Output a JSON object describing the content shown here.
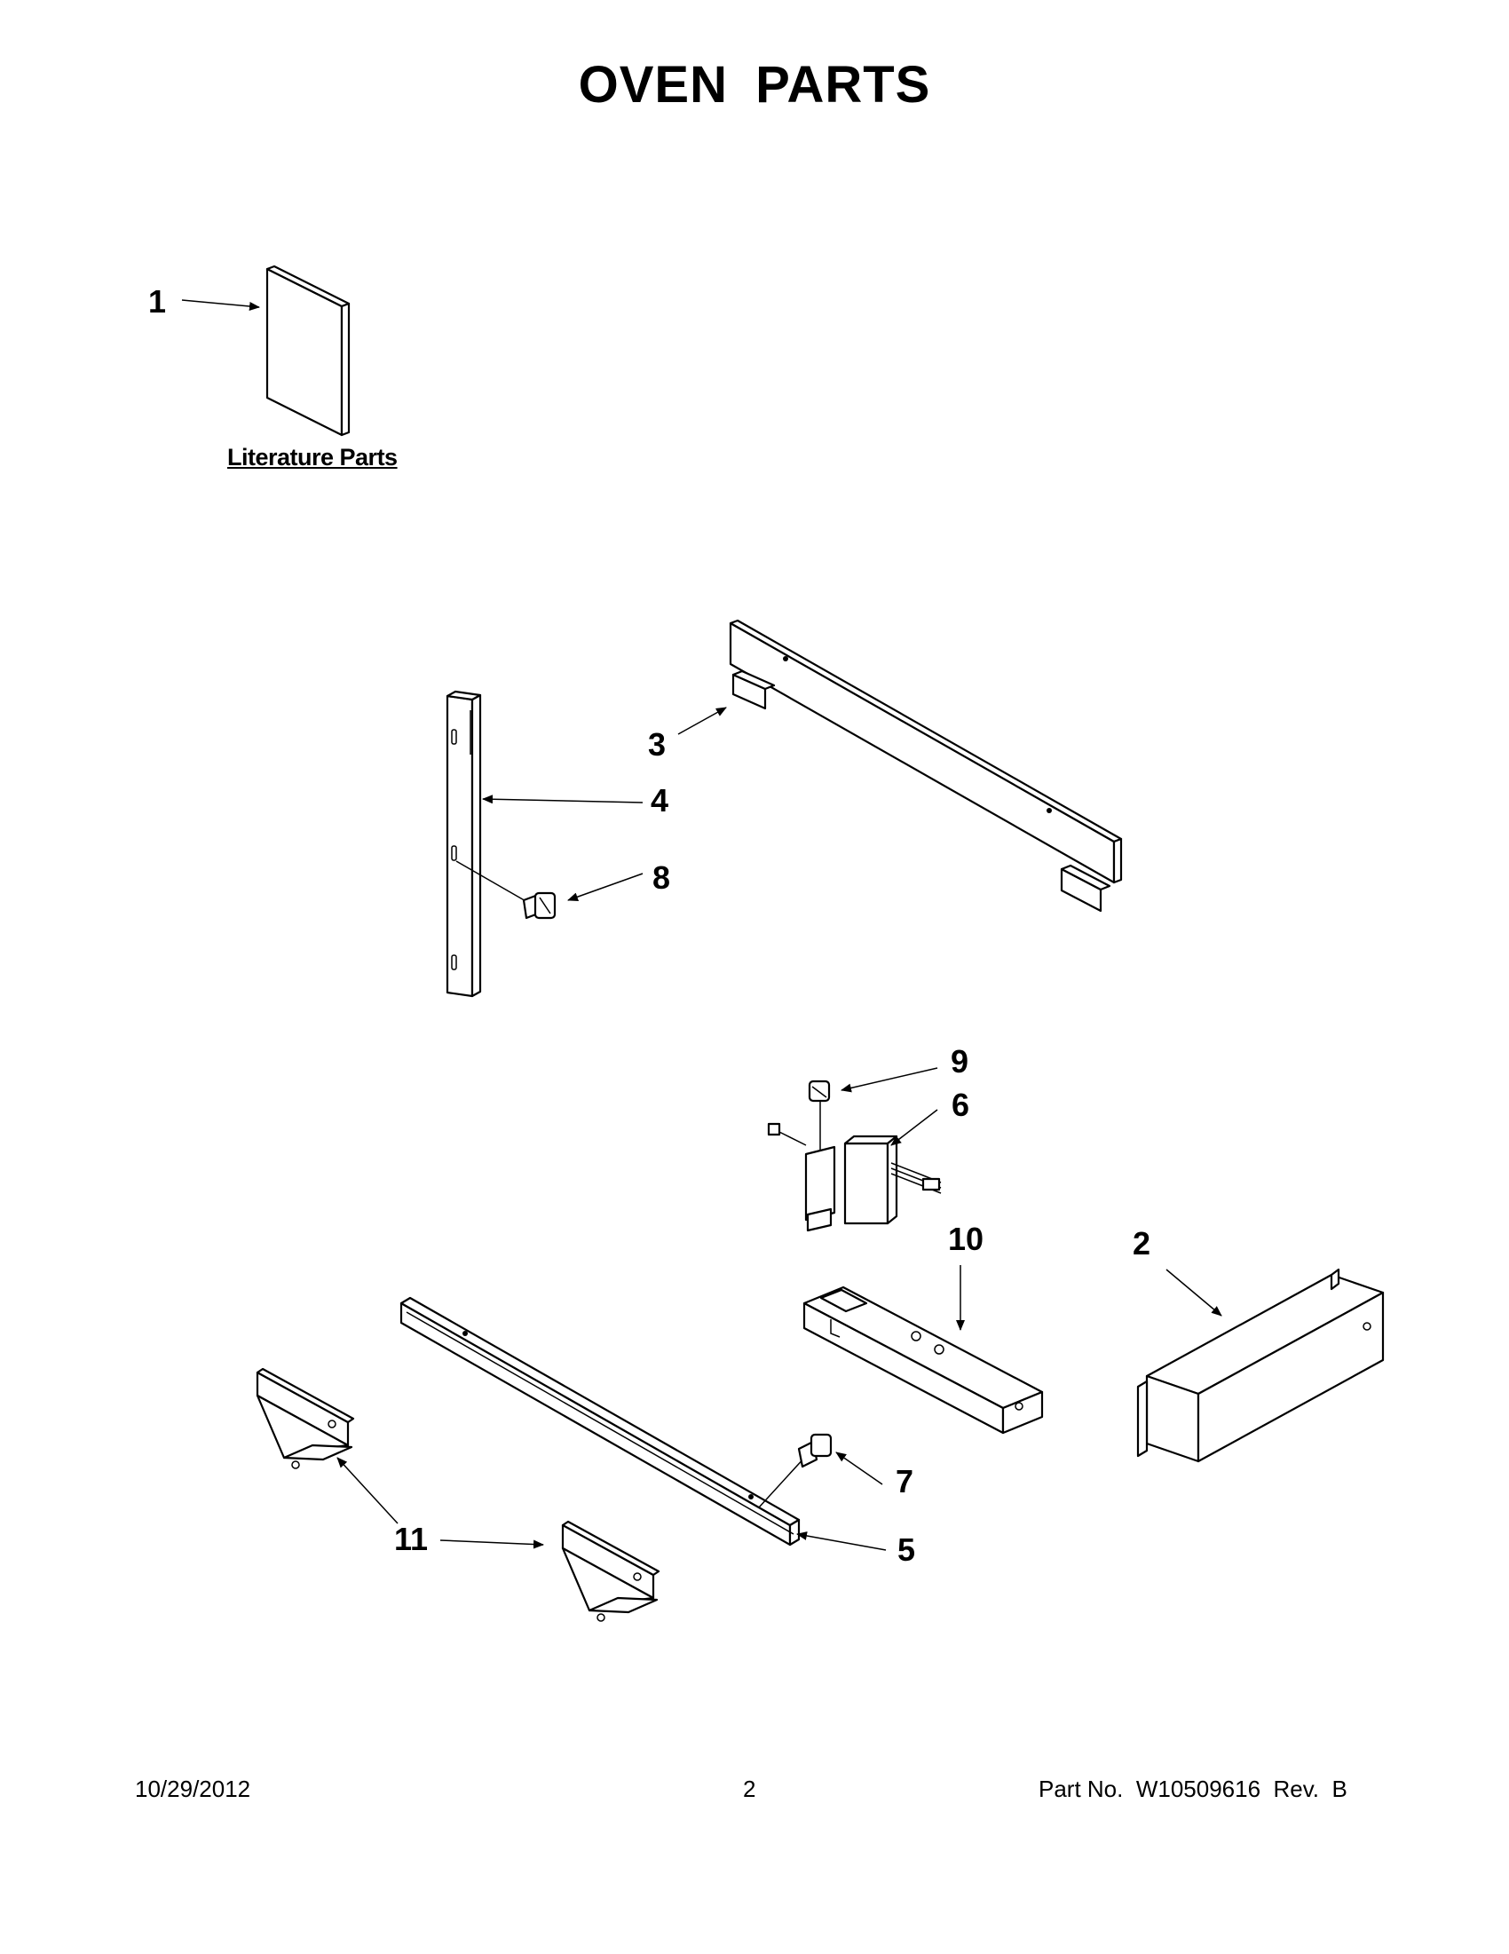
{
  "title": "OVEN PARTS",
  "literature_label": "Literature Parts",
  "callouts": {
    "c1": "1",
    "c2": "2",
    "c3": "3",
    "c4": "4",
    "c5": "5",
    "c6": "6",
    "c7": "7",
    "c8": "8",
    "c9": "9",
    "c10": "10",
    "c11": "11"
  },
  "footer": {
    "date": "10/29/2012",
    "page": "2",
    "part_no": "Part No.  W10509616  Rev.  B"
  }
}
